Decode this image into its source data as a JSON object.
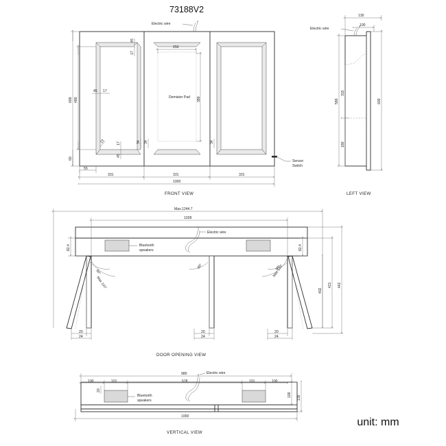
{
  "drawing": {
    "title": "73188V2",
    "unit_note": "unit: mm"
  },
  "labels": {
    "electric_wire": "Electric wire",
    "demister_pad": "Demister Pad",
    "sensor_switch_line1": "Sensor",
    "sensor_switch_line2": "Switch",
    "bluetooth_line1": "Bluetooth",
    "bluetooth_line2": "speakers"
  },
  "views": {
    "front": {
      "name": "FRONT VIEW",
      "dims": {
        "overall_height": "600",
        "inner_height": "480",
        "bottom_offset": "60",
        "left_offset": "55",
        "panel_widths": [
          "331",
          "331",
          "331"
        ],
        "overall_width": "1000",
        "bevel_top": "45",
        "bevel_top_inner": "17",
        "bevel_side": "45",
        "bevel_side_inner": "17",
        "bevel_bottom": "45",
        "bevel_bottom_inner": "17",
        "corner_22": "22",
        "gap_left": "34",
        "gap_mid": "34",
        "gap_right": "34",
        "demister_width": "250",
        "demister_height": "380"
      }
    },
    "left": {
      "name": "LEFT VIEW",
      "dims": {
        "depth_outer": "130",
        "depth_inner": "100",
        "wire_height": "315",
        "body_height": "580",
        "overall_height": "600",
        "shelf_height": "180"
      }
    },
    "door_opening": {
      "name": "DOOR  OPENING  VIEW",
      "dims": {
        "max_span": "Max.1244.7",
        "cabinet_width": "1028",
        "door_thickness_left": "82.4",
        "door_thickness_right": "82.4",
        "angle_90_a": "90°",
        "angle_max_a": "Max 110°",
        "angle_90_b": "90°",
        "angle_90_c": "90°",
        "angle_max_b": "Max 110°",
        "depth_402": "402",
        "depth_421": "421",
        "depth_442": "442",
        "leaf_20_left": "20",
        "leaf_24_left": "24",
        "leaf_20_mid": "20",
        "leaf_24_mid": "24",
        "leaf_20_right": "20",
        "leaf_24_right": "24"
      }
    },
    "vertical": {
      "name": "VERTICAL VIEW",
      "dims": {
        "inner_width": "980",
        "center_width": "578",
        "left_100": "100",
        "left_101": "101",
        "right_101": "101",
        "right_100": "100",
        "speaker_offset": "20",
        "depth_100": "100",
        "depth_130": "130",
        "overall_width": "1000"
      }
    }
  }
}
